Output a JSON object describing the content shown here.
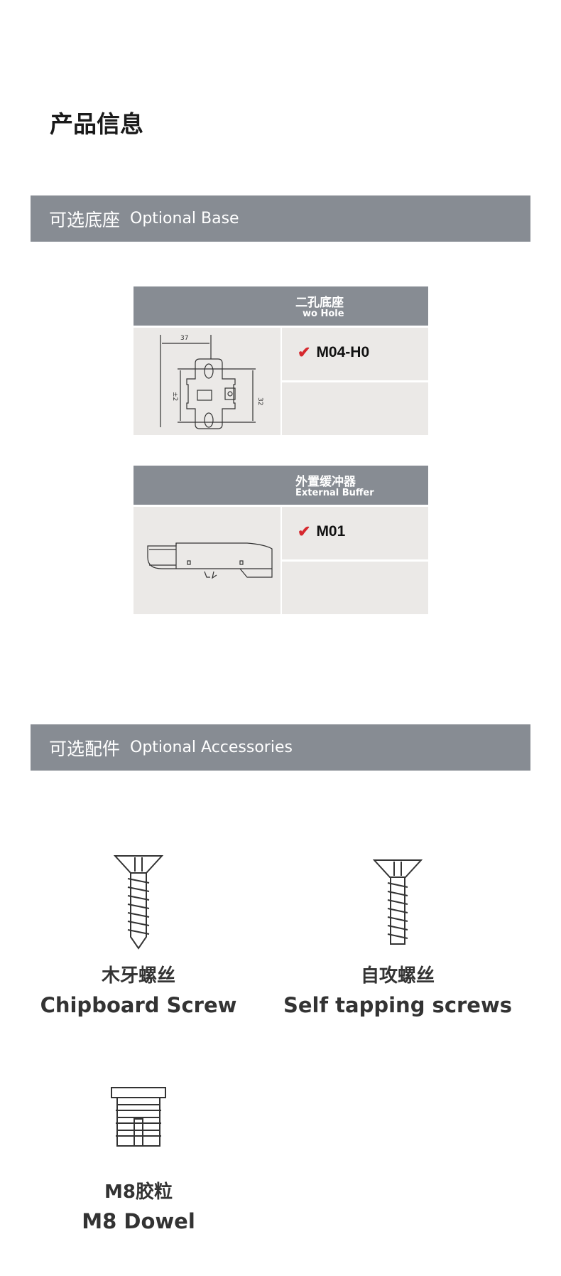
{
  "page_title": "产品信息",
  "base_section": {
    "cn": "可选底座",
    "en": "Optional Base"
  },
  "base_table": {
    "header_cn": "二孔底座",
    "header_en": "wo Hole",
    "code": "M04-H0",
    "dims": {
      "width": "37",
      "height": "32",
      "tolerance": "±2"
    }
  },
  "buffer_table": {
    "header_cn": "外置缓冲器",
    "header_en": "External Buffer",
    "code": "M01"
  },
  "check_mark": "✔",
  "accessories_section": {
    "cn": "可选配件",
    "en": "Optional Accessories"
  },
  "accessories": [
    {
      "cn": "木牙螺丝",
      "en": "Chipboard Screw",
      "icon": "chipboard-screw-icon"
    },
    {
      "cn": "自攻螺丝",
      "en": "Self tapping screws",
      "icon": "self-tapping-screw-icon"
    },
    {
      "cn": "M8胶粒",
      "en": "M8 Dowel",
      "icon": "dowel-icon"
    }
  ],
  "colors": {
    "bar": "#878c93",
    "cell": "#ebe9e7",
    "check": "#d6282e"
  }
}
